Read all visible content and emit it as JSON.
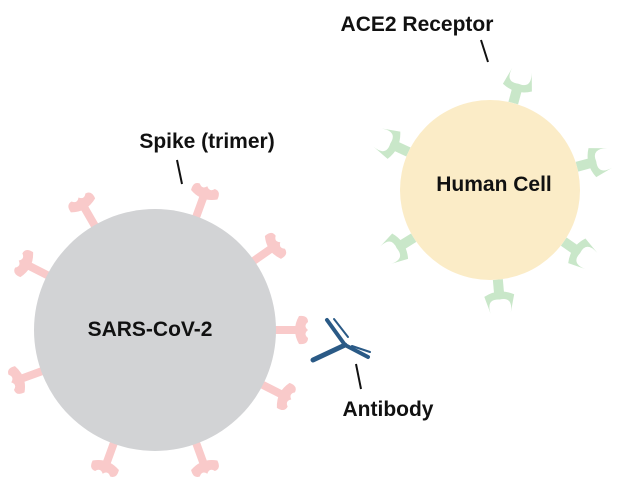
{
  "labels": {
    "ace2_receptor": "ACE2 Receptor",
    "spike": "Spike (trimer)",
    "human_cell": "Human Cell",
    "virus": "SARS-CoV-2",
    "antibody": "Antibody"
  },
  "colors": {
    "virus_body": "#d2d3d5",
    "spike": "#f9caca",
    "human_cell_body": "#fbecc7",
    "ace2_receptor": "#c9e7c9",
    "antibody": "#2a5a86",
    "leader_line": "#111111",
    "text": "#111111"
  },
  "counts": {
    "spikes_visible": 9,
    "ace2_receptors_visible": 6
  }
}
